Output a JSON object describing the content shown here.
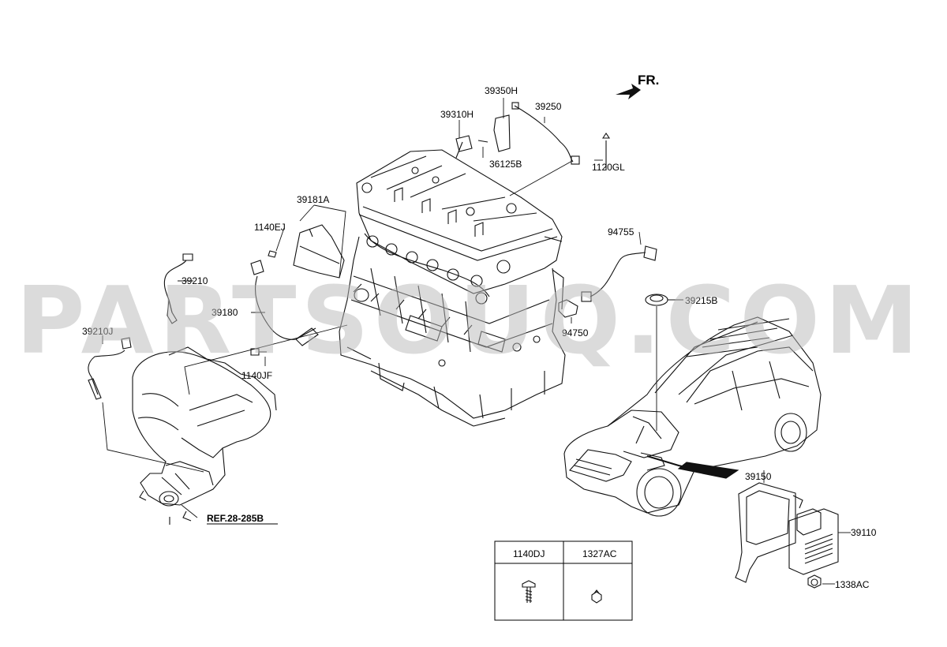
{
  "watermark": "PARTSOUQ.COM",
  "direction_label": "FR.",
  "reference_label": "REF.28-285B",
  "parts": {
    "p39350H": "39350H",
    "p39250": "39250",
    "p39310H": "39310H",
    "p36125B": "36125B",
    "p1120GL": "1120GL",
    "p39181A": "39181A",
    "p1140EJ": "1140EJ",
    "p39210": "39210",
    "p39180": "39180",
    "p39210J": "39210J",
    "p1140JF": "1140JF",
    "p94755": "94755",
    "p39215B": "39215B",
    "p94750": "94750",
    "p39150": "39150",
    "p39110": "39110",
    "p1338AC": "1338AC"
  },
  "fastener_table": {
    "col1": "1140DJ",
    "col2": "1327AC"
  }
}
